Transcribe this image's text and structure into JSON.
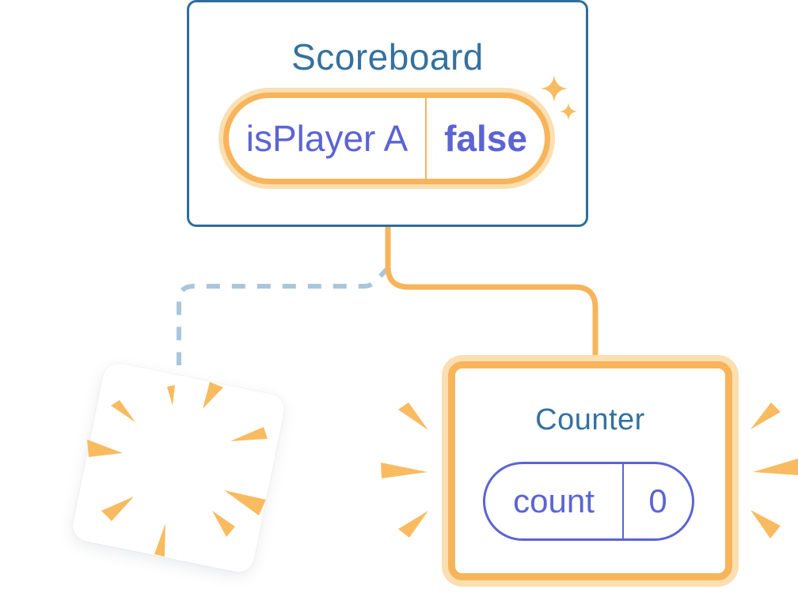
{
  "scoreboard": {
    "title": "Scoreboard",
    "state": {
      "name": "isPlayer A",
      "value": "false"
    }
  },
  "counter": {
    "title": "Counter",
    "state": {
      "name": "count",
      "value": "0"
    }
  },
  "connectors": {
    "preserved": "solid-orange",
    "destroyed": "dashed-blue"
  },
  "icons": {
    "sparkle_large": "sparkle-icon",
    "sparkle_small": "sparkle-icon",
    "poof": "poof-burst-icon",
    "emphasis_left": "emphasis-burst-icon",
    "emphasis_right": "emphasis-burst-icon"
  },
  "colors": {
    "card_border_blue": "#2D6E9C",
    "title_blue": "#35719E",
    "accent_orange": "#F7B45A",
    "accent_orange_light": "#FBDFB1",
    "state_purple": "#5C64D3",
    "dashed_blue": "#A9C6DB",
    "burst_orange": "#F8BB60",
    "card_white": "#FFFFFF"
  }
}
